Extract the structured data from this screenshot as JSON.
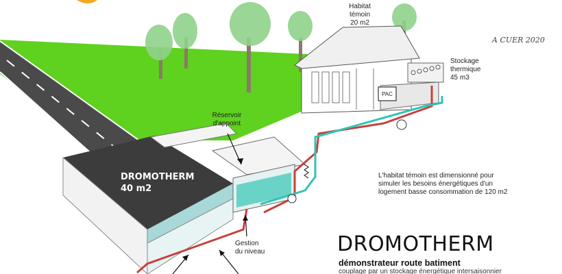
{
  "labels": {
    "habitat": "Habitat\ntémoin\n20 m2",
    "stockage": "Stockage\nthermique\n45 m3",
    "reservoir": "Réservoir\nd'appoint",
    "dromotherm_name": "DROMOTHERM",
    "dromotherm_area": "40 m2",
    "gestion": "Gestion\ndu niveau",
    "pac": "PAC",
    "description": "L'habitat témoin est dimensionné pour\nsimuler les besoins énergétiques d'un\nlogement basse consommation de 120 m2"
  },
  "title": {
    "main": "DROMOTHERM",
    "subtitle": "démonstrateur route batiment",
    "subtitle2": "couplage par un stockage énergétique intersaisonnier"
  },
  "signature": "A CUER 2020",
  "colors": {
    "grass": "#5fd11f",
    "road": "#4a4a4a",
    "hot_pipe": "#c8403a",
    "cold_pipe": "#2ec4b6",
    "tree": "#8fd18a",
    "sun": "#f5a623"
  }
}
